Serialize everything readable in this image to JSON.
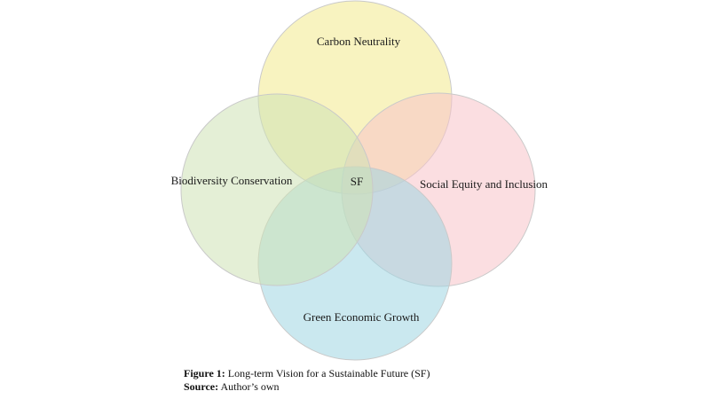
{
  "diagram": {
    "center_label": "SF",
    "sets": [
      {
        "label": "Carbon Neutrality",
        "color": "#f3ec9a"
      },
      {
        "label": "Social Equity and Inclusion",
        "color": "#f7c2c8"
      },
      {
        "label": "Green Economic Growth",
        "color": "#9fd6e2"
      },
      {
        "label": "Biodiversity Conservation",
        "color": "#cde2b4"
      }
    ]
  },
  "caption": {
    "figure_label": "Figure 1:",
    "figure_text": " Long-term Vision for a Sustainable Future (SF)",
    "source_label": "Source:",
    "source_text": " Author’s own"
  }
}
